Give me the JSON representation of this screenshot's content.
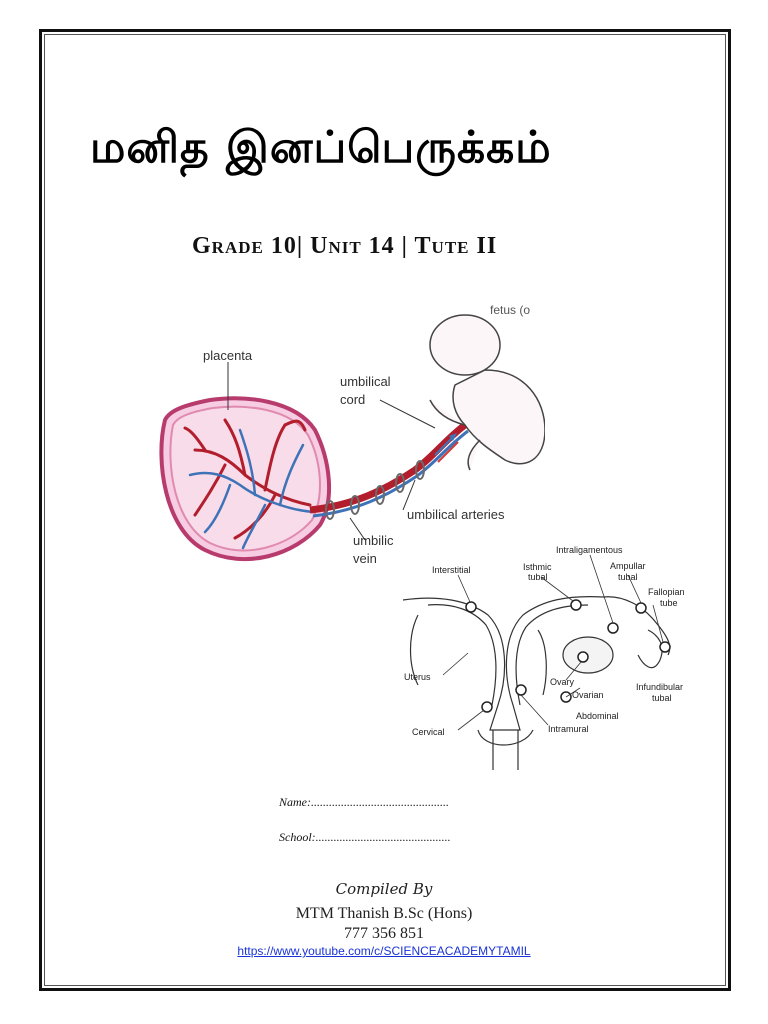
{
  "title": "மனித இனப்பெருக்கம்",
  "subtitle": "Grade 10| Unit 14 | Tute II",
  "figure1": {
    "labels": {
      "placenta": "placenta",
      "umbilical_cord_1": "umbilical",
      "umbilical_cord_2": "cord",
      "umbilical_arteries": "umbilical arteries",
      "umbilical_vein_1": "umbilic",
      "umbilical_vein_2": "vein",
      "fetus": "fetus (o"
    }
  },
  "figure2": {
    "labels": {
      "interstitial": "Interstitial",
      "isthmic_1": "Isthmic",
      "isthmic_2": "tubal",
      "intraligamentous": "Intraligamentous",
      "ampullar_1": "Ampullar",
      "ampullar_2": "tubal",
      "fallopian_1": "Fallopian",
      "fallopian_2": "tube",
      "uterus": "Uterus",
      "ovary": "Ovary",
      "ovarian": "Ovarian",
      "infundibular_1": "Infundibular",
      "infundibular_2": "tubal",
      "abdominal": "Abdominal",
      "cervical": "Cervical",
      "intramural": "Intramural"
    }
  },
  "form": {
    "name_label": "Name:..............................................",
    "school_label": "School:............................................."
  },
  "credits": {
    "compiled_by": "Compiled By",
    "author": "MTM Thanish B.Sc (Hons)",
    "phone": "777 356 851",
    "url": "https://www.youtube.com/c/SCIENCEACADEMYTAMIL"
  }
}
